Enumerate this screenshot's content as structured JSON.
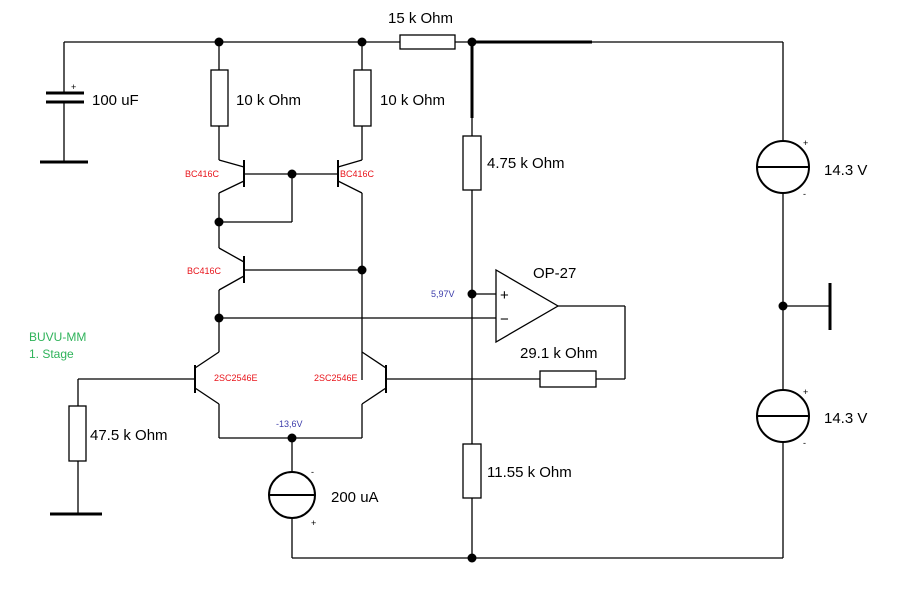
{
  "components": {
    "capacitor": "100 uF",
    "r_top_15k": "15 k Ohm",
    "r_load_left": "10 k Ohm",
    "r_load_right": "10 k Ohm",
    "r_divider_top": "4.75 k Ohm",
    "r_divider_bottom": "11.55 k Ohm",
    "r_feedback": "29.1 k Ohm",
    "r_input": "47.5 k Ohm",
    "current_source": "200 uA",
    "supply_top": "14.3 V",
    "supply_bottom": "14.3 V",
    "opamp": "OP-27"
  },
  "transistors": {
    "q_mirror_left": "BC416C",
    "q_mirror_right": "BC416C",
    "q_cascode": "BC416C",
    "q_input_left": "2SC2546E",
    "q_input_right": "2SC2546E"
  },
  "voltages": {
    "opamp_plus_node": "5,97V",
    "tail_node": "-13,6V"
  },
  "title": {
    "line1": "BUVU-MM",
    "line2": "1. Stage"
  },
  "polarity": {
    "plus": "+",
    "minus": "−",
    "minus_small": "-"
  },
  "colors": {
    "wire": "#000000",
    "transistor_label": "#e8141b",
    "voltage_label": "#3c3caa",
    "title": "#2fb35a"
  }
}
